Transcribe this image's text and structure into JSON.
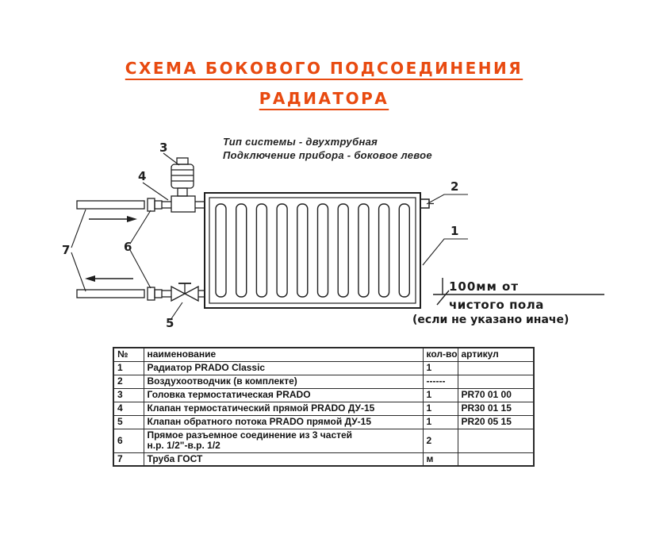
{
  "title": {
    "line1": "СХЕМА БОКОВОГО ПОДСОЕДИНЕНИЯ",
    "line2": "РАДИАТОРА"
  },
  "system_notes": {
    "line1": "Тип системы - двухтрубная",
    "line2": "Подключение прибора - боковое левое"
  },
  "floor_note": {
    "line1": "100мм от",
    "line2": "чистого пола",
    "line3": "(если не указано иначе)"
  },
  "callouts": {
    "c1": "1",
    "c2": "2",
    "c3": "3",
    "c4": "4",
    "c5": "5",
    "c6": "6",
    "c7": "7"
  },
  "table": {
    "headers": {
      "num": "№",
      "name": "наименование",
      "qty": "кол-во",
      "article": "артикул"
    },
    "rows": [
      {
        "num": "1",
        "name": "Радиатор PRADO Classic",
        "qty": "1",
        "article": ""
      },
      {
        "num": "2",
        "name": "Воздухоотводчик (в комплекте)",
        "qty": "------",
        "article": ""
      },
      {
        "num": "3",
        "name": "Головка термостатическая PRADO",
        "qty": "1",
        "article": "PR70 01 00"
      },
      {
        "num": "4",
        "name": "Клапан термостатический прямой PRADO ДУ-15",
        "qty": "1",
        "article": "PR30 01 15"
      },
      {
        "num": "5",
        "name": "Клапан обратного потока PRADO прямой ДУ-15",
        "qty": "1",
        "article": "PR20 05 15"
      },
      {
        "num": "6",
        "name": "Прямое разъемное соединение из 3 частей",
        "name2": "н.р. 1/2\"-в.р. 1/2",
        "qty": "2",
        "article": ""
      },
      {
        "num": "7",
        "name": "Труба ГОСТ",
        "qty": "м",
        "article": ""
      }
    ]
  },
  "colors": {
    "accent": "#e84a10",
    "ink": "#1f1f1f"
  }
}
